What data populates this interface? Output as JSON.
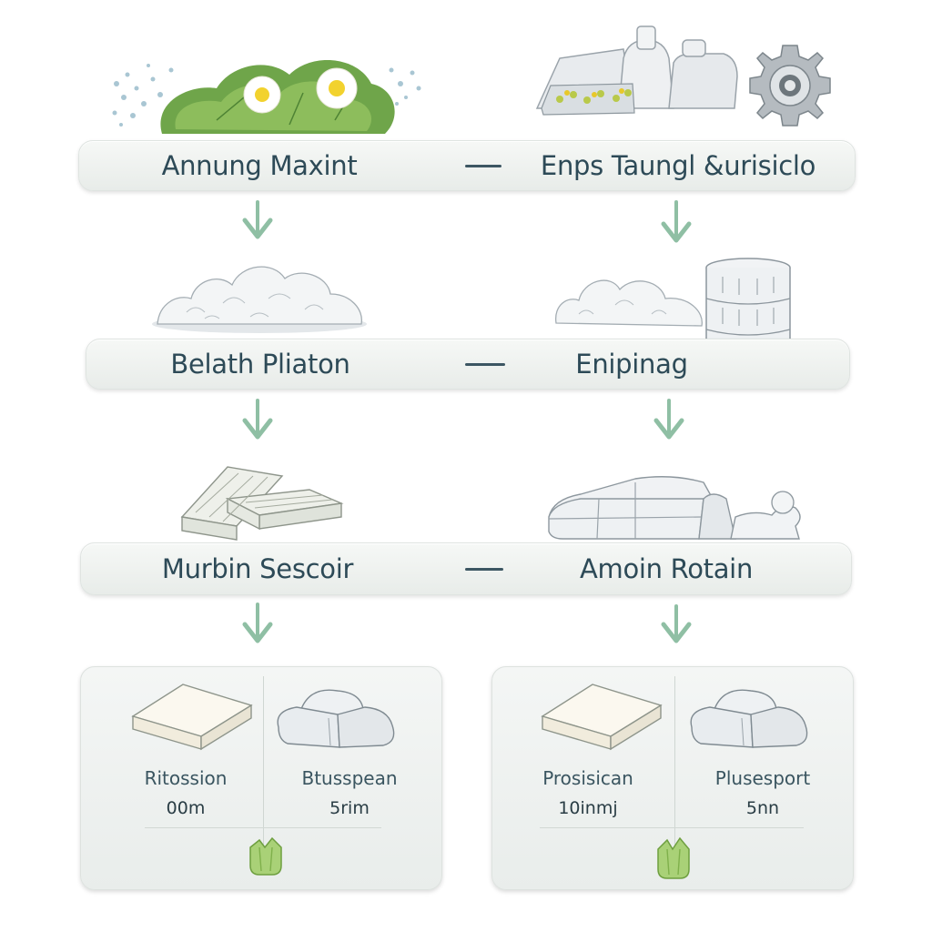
{
  "rows": [
    {
      "left_label": "Annung Maxint",
      "right_label": "Enps Taungl &urisiclo"
    },
    {
      "left_label": "Belath Pliaton",
      "right_label": "Enipinag"
    },
    {
      "left_label": "Murbin Sescoir",
      "right_label": "Amoin Rotain"
    }
  ],
  "cards": [
    {
      "items": [
        {
          "name": "Ritossion",
          "value": "00m"
        },
        {
          "name": "Btusspean",
          "value": "5rim"
        }
      ]
    },
    {
      "items": [
        {
          "name": "Prosisican",
          "value": "10inmj"
        },
        {
          "name": "Plusesport",
          "value": "5nn"
        }
      ]
    }
  ],
  "colors": {
    "band_text": "#2d4a57",
    "arrow": "#8fbfa4",
    "leaf": "#9cc76a",
    "foliage": "#6fa54a",
    "flower_center": "#f2d22e"
  },
  "icons": [
    "herb-flowers-icon",
    "processing-plant-icon",
    "gear-icon",
    "fluffy-fiber-icon",
    "storage-drum-icon",
    "stacked-boards-icon",
    "mattress-block-icon",
    "foam-slab-icon",
    "pillow-pile-icon",
    "green-leaf-icon",
    "down-arrow-icon"
  ]
}
